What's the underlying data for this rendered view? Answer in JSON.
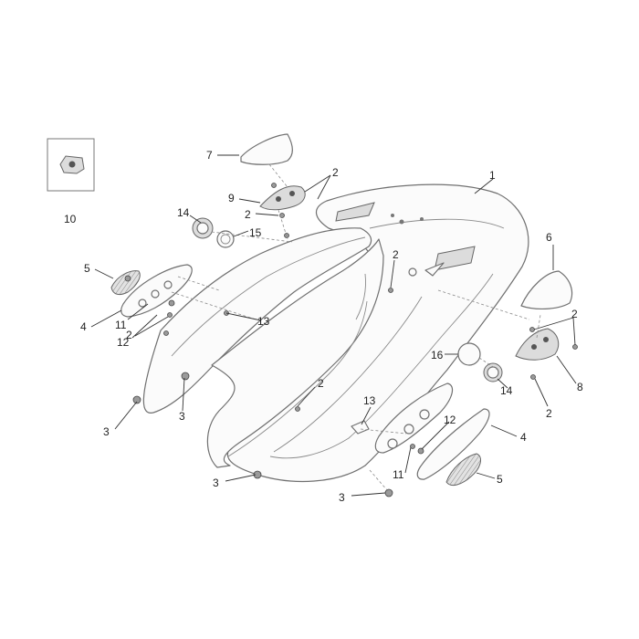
{
  "callouts": [
    {
      "id": "c1",
      "text": "1"
    },
    {
      "id": "c2a",
      "text": "2"
    },
    {
      "id": "c2b",
      "text": "2"
    },
    {
      "id": "c2c",
      "text": "2"
    },
    {
      "id": "c2d",
      "text": "2"
    },
    {
      "id": "c2e",
      "text": "2"
    },
    {
      "id": "c2f",
      "text": "2"
    },
    {
      "id": "c2g",
      "text": "2"
    },
    {
      "id": "c3a",
      "text": "3"
    },
    {
      "id": "c3b",
      "text": "3"
    },
    {
      "id": "c3c",
      "text": "3"
    },
    {
      "id": "c3d",
      "text": "3"
    },
    {
      "id": "c4a",
      "text": "4"
    },
    {
      "id": "c4b",
      "text": "4"
    },
    {
      "id": "c5a",
      "text": "5"
    },
    {
      "id": "c5b",
      "text": "5"
    },
    {
      "id": "c6",
      "text": "6"
    },
    {
      "id": "c7",
      "text": "7"
    },
    {
      "id": "c8",
      "text": "8"
    },
    {
      "id": "c9",
      "text": "9"
    },
    {
      "id": "c10",
      "text": "10"
    },
    {
      "id": "c11a",
      "text": "11"
    },
    {
      "id": "c11b",
      "text": "11"
    },
    {
      "id": "c12a",
      "text": "12"
    },
    {
      "id": "c12b",
      "text": "12"
    },
    {
      "id": "c13a",
      "text": "13"
    },
    {
      "id": "c13b",
      "text": "13"
    },
    {
      "id": "c14a",
      "text": "14"
    },
    {
      "id": "c14b",
      "text": "14"
    },
    {
      "id": "c15",
      "text": "15"
    },
    {
      "id": "c16",
      "text": "16"
    }
  ]
}
